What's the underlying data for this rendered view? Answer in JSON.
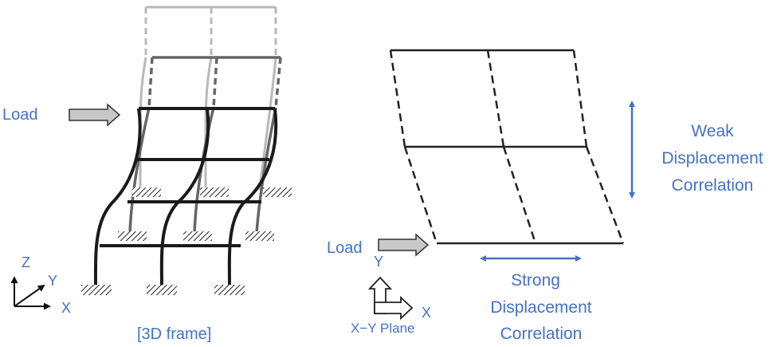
{
  "colors": {
    "label_blue": "#4472c4",
    "frame_black": "#1a1a1a",
    "frame_dark_gray": "#666666",
    "frame_light_gray": "#b8b8b8",
    "arrow_fill": "#c8c8c8"
  },
  "left_panel": {
    "load_label": "Load",
    "caption": "[3D frame]",
    "axes": {
      "z": "Z",
      "y": "Y",
      "x": "X"
    }
  },
  "right_panel": {
    "load_label": "Load",
    "plane_label": "X−Y Plane",
    "axes": {
      "y": "Y",
      "x": "X"
    },
    "weak_label": [
      "Weak",
      "Displacement",
      "Correlation"
    ],
    "strong_label": [
      "Strong",
      "Displacement",
      "Correlation"
    ]
  }
}
